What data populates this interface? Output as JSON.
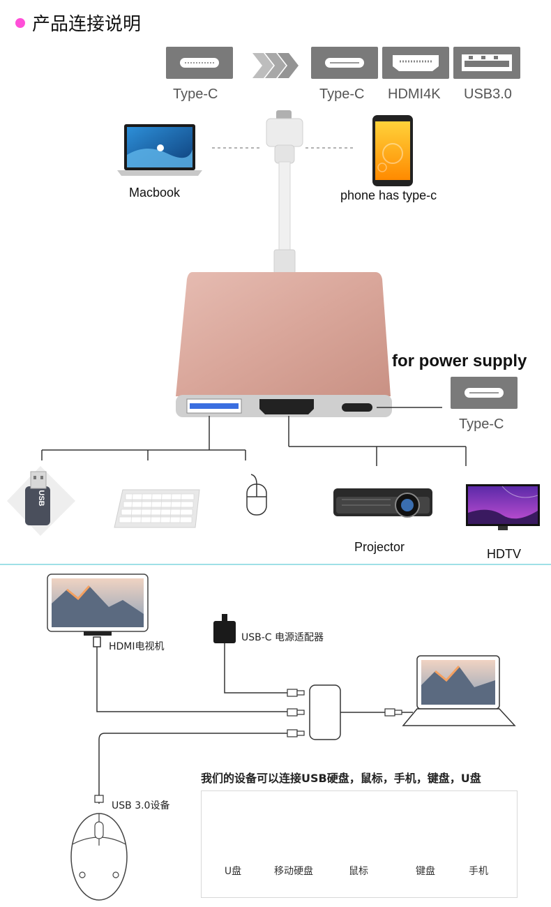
{
  "header": {
    "title": "产品连接说明"
  },
  "ports_top": {
    "input_label": "Type-C",
    "outputs": [
      "Type-C",
      "HDMI4K",
      "USB3.0"
    ]
  },
  "devices_top": {
    "macbook": "Macbook",
    "phone": "phone has type-c"
  },
  "power": {
    "label": "for power supply",
    "port_label": "Type-C"
  },
  "peripherals": {
    "projector": "Projector",
    "hdtv": "HDTV",
    "usb_text": "USB"
  },
  "diagram": {
    "hdmi_tv": "HDMI电视机",
    "usbc_adapter": "USB-C 电源适配器",
    "usb3_device": "USB 3.0设备",
    "caption": "我们的设备可以连接USB硬盘，鼠标，手机，键盘，U盘"
  },
  "device_list": [
    "U盘",
    "移动硬盘",
    "鼠标",
    "键盘",
    "手机"
  ],
  "colors": {
    "accent_dot": "#ff4fd8",
    "hub": "#d9a69a",
    "divider": "#9fe0e6",
    "port_gray": "#7a7a7a"
  }
}
